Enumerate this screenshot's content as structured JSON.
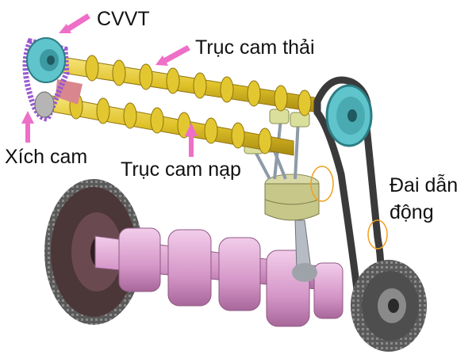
{
  "labels": {
    "cvvt": "CVVT",
    "exhaust_camshaft": "Trục cam thải",
    "cam_chain": "Xích cam",
    "intake_camshaft": "Trục cam nạp",
    "timing_belt_line1": "Đai dẫn",
    "timing_belt_line2": "động"
  },
  "colors": {
    "arrow": "#ee6fc8",
    "camshaft": "#e8cf36",
    "crankshaft": "#e1a8d6",
    "pulley": "#5fc4cc",
    "belt": "#3a3a3a",
    "chain": "#9a5ad0",
    "flywheel": "#4b3638",
    "piston": "#c7c78a"
  }
}
